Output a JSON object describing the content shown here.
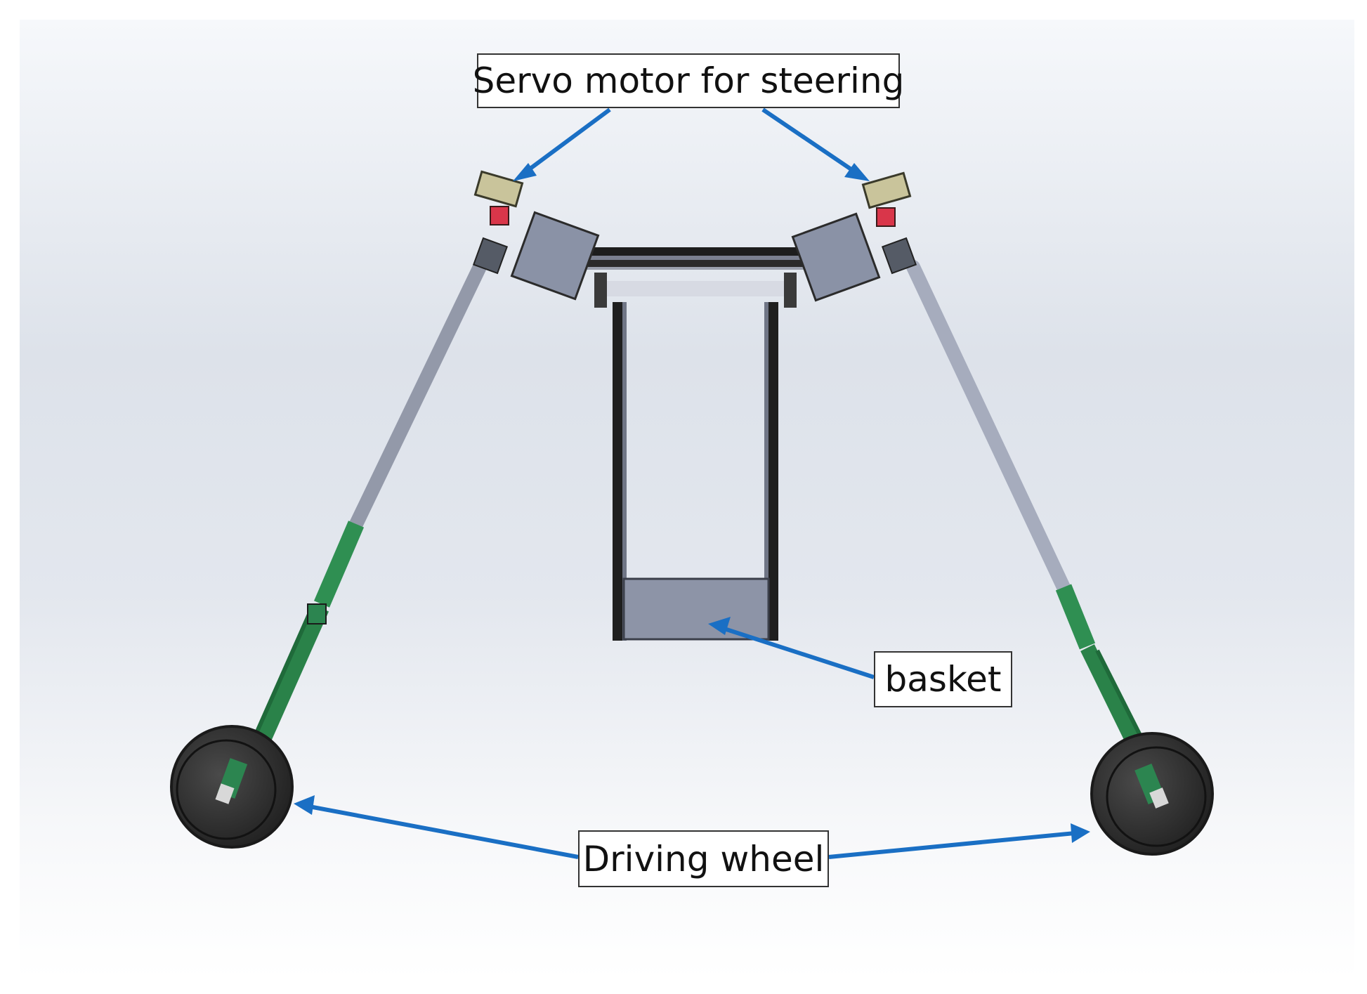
{
  "figure": {
    "labels": {
      "servo_motor": "Servo motor for steering",
      "basket": "basket",
      "driving_wheel": "Driving wheel"
    },
    "colors": {
      "arrow": "#1a6fc4",
      "leg_upper": "#a9afc0",
      "leg_lower": "#2e8b50",
      "servo_body": "#c8c49a",
      "motor_red": "#d9364a",
      "bracket": "#8a92a6",
      "frame_dark": "#222222",
      "basket_fill": "#8c93a6",
      "wheel": "#3a3a3a",
      "background_top": "#f4f6f9",
      "background_bottom": "#ffffff"
    }
  }
}
